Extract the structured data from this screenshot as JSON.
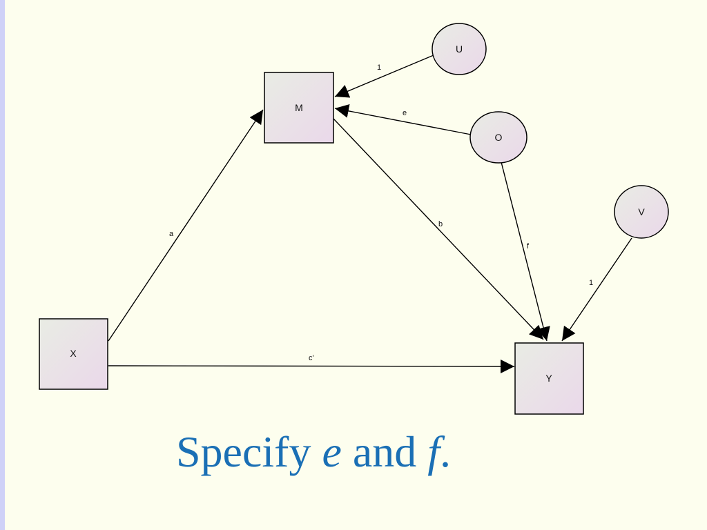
{
  "diagram": {
    "nodes": {
      "M": {
        "label": "M",
        "shape": "rect"
      },
      "X": {
        "label": "X",
        "shape": "rect"
      },
      "Y": {
        "label": "Y",
        "shape": "rect"
      },
      "U": {
        "label": "U",
        "shape": "circle"
      },
      "O": {
        "label": "O",
        "shape": "circle"
      },
      "V": {
        "label": "V",
        "shape": "circle"
      }
    },
    "paths": {
      "a": {
        "label": "a",
        "from": "X",
        "to": "M"
      },
      "b": {
        "label": "b",
        "from": "M",
        "to": "Y"
      },
      "c_prime": {
        "label": "c'",
        "from": "X",
        "to": "Y"
      },
      "e": {
        "label": "e",
        "from": "O",
        "to": "M"
      },
      "f": {
        "label": "f",
        "from": "O",
        "to": "Y"
      },
      "u_to_m": {
        "label": "1",
        "from": "U",
        "to": "M"
      },
      "v_to_y": {
        "label": "1",
        "from": "V",
        "to": "Y"
      }
    }
  },
  "caption": {
    "part1": "Specify ",
    "e": "e",
    "part2": " and ",
    "f": "f",
    "part3": "."
  },
  "colors": {
    "background": "#fdfeee",
    "left_strip": "#cfd1f7",
    "caption": "#1a6fb5",
    "node_fill_start": "#e9ece4",
    "node_fill_end": "#ead8ea"
  }
}
